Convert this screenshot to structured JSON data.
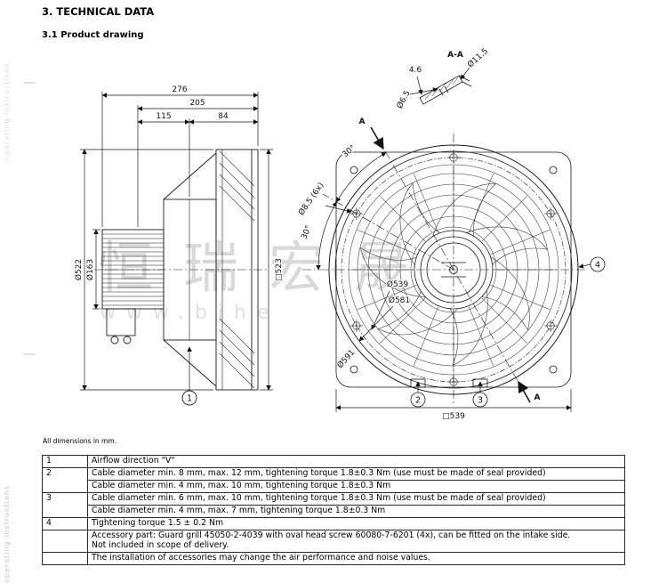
{
  "page": {
    "title": "3. TECHNICAL DATA",
    "subtitle": "3.1 Product drawing",
    "note": "All dimensions in mm.",
    "side_text": "operating instructions"
  },
  "watermark": {
    "cn": "恒瑞宏晟",
    "url": "www.bjhe",
    "color": "#d9d9d9"
  },
  "side_view": {
    "dim_overall": "276",
    "dim_mid": "205",
    "dim_seg1": "115",
    "dim_seg2": "84",
    "dim_fan_dia": "Ø522",
    "dim_motor_dia": "Ø163",
    "dim_square": "□523",
    "callout_1": "1"
  },
  "front_view": {
    "dim_dia_539": "Ø539",
    "dim_dia_581": "Ø581",
    "dim_dia_591": "Ø591",
    "dim_square_539": "□539",
    "dim_holes": "Ø8.5 (6x)",
    "angle_1": "30°",
    "angle_2": "30°",
    "section_label_top": "A",
    "section_label_bottom": "A",
    "callout_2": "2",
    "callout_3": "3",
    "callout_4": "4"
  },
  "section_view": {
    "title": "A-A",
    "dim_thickness": "4.6",
    "dim_hole": "Ø6.5",
    "dim_outer": "Ø11.5"
  },
  "table": {
    "rows": [
      {
        "num": "1",
        "text": "Airflow direction \"V\""
      },
      {
        "num": "2",
        "text": "Cable diameter min. 8 mm, max. 12 mm, tightening torque 1.8±0.3 Nm (use must be made of seal provided)"
      },
      {
        "num": "",
        "text": "Cable diameter min. 4 mm, max. 10 mm, tightening torque 1.8±0.3 Nm"
      },
      {
        "num": "3",
        "text": "Cable diameter min. 6 mm, max. 10 mm, tightening torque 1.8±0.3 Nm (use must be made of seal provided)"
      },
      {
        "num": "",
        "text": "Cable diameter min. 4 mm, max. 7 mm, tightening torque 1.8±0.3 Nm"
      },
      {
        "num": "4",
        "text": "Tightening torque 1.5 ± 0.2 Nm"
      },
      {
        "num": "",
        "line1": "Accessory part: Guard grill 45050-2-4039 with oval head screw 60080-7-6201 (4x), can be fitted on the intake side.",
        "line2": "Not included in scope of delivery."
      },
      {
        "num": "",
        "text": "The installation of accessories may change the air performance and noise values."
      }
    ]
  }
}
